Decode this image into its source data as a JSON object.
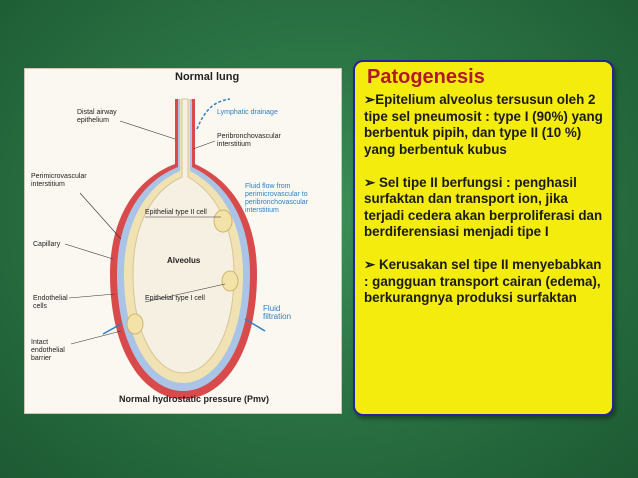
{
  "figure": {
    "title": "Normal lung",
    "labels": {
      "distal_airway": "Distal airway epithelium",
      "lymphatic": "Lymphatic drainage",
      "peribronchovascular": "Peribronchovascular interstitium",
      "perimicrovascular": "Perimicrovascular interstitium",
      "fluid_flow": "Fluid flow from perimicrovascular to peribronchovascular interstitium",
      "type2": "Epithelial type II cell",
      "alveolus": "Alveolus",
      "capillary": "Capillary",
      "type1": "Epithelial type I cell",
      "endothelial": "Endothelial cells",
      "fluid_filtration": "Fluid filtration",
      "intact": "Intact endothelial barrier",
      "pressure": "Normal hydrostatic pressure (Pmv)"
    }
  },
  "panel": {
    "title": "Patogenesis",
    "p1": "➢Epitelium alveolus tersusun oleh 2 tipe sel pneumosit : type I (90%) yang berbentuk pipih, dan type II (10 %) yang berbentuk kubus",
    "p2": "➢ Sel tipe II berfungsi : penghasil surfaktan dan transport ion, jika terjadi cedera akan berproliferasi dan berdiferensiasi menjadi tipe I",
    "p3": "➢ Kerusakan sel tipe II menyebabkan : gangguan transport cairan (edema), berkurangnya produksi surfaktan"
  }
}
